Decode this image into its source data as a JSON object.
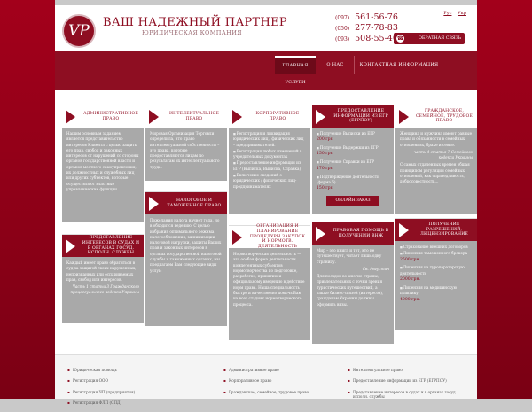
{
  "header": {
    "logo_text": "VP",
    "title": "ВАШ НАДЕЖНЫЙ ПАРТНЕР",
    "subtitle": "ЮРИДИЧЕСКАЯ КОМПАНИЯ",
    "langs": [
      "Рус",
      "Укр"
    ],
    "phones": [
      {
        "code": "(097)",
        "num": "561-56-76"
      },
      {
        "code": "(050)",
        "num": "277-78-83"
      },
      {
        "code": "(093)",
        "num": "508-55-40"
      }
    ],
    "callback": "ОБРАТНАЯ СВЯЗЬ"
  },
  "nav": {
    "items": [
      "ГЛАВНАЯ",
      "О НАС",
      "КОНТАКТНАЯ ИНФОРМАЦИЯ"
    ],
    "sub": "УСЛУГИ"
  },
  "boxes": {
    "b1": {
      "title": "АДМИНИСТРАТИВНОЕ ПРАВО",
      "text": "Нашим основным заданием является представительство интересов Клиента с целью защиты его прав, свобод и законных интересов от нарушений со стороны органов государственной власти и органов местного самоуправления, их должностных и служебных лиц или других субъектов, которые осуществляют властные управленческие функции."
    },
    "b2": {
      "title": "ИНТЕЛЕКТУАЛЬНОЕ ПРАВО",
      "text": "Мировая Организация Торговли определила, что право интеллектуальной собственности – это права, которые предоставляются лицам по результатам их интеллектуального труда."
    },
    "b3": {
      "title": "КОРПОРАТИВНОЕ ПРАВО",
      "items": [
        "Регистрация и ликвидация юридических лиц / физических лиц – предпринимателей.",
        "Регистрация любых изменений в учредительных документах",
        "Предоставление информации из ЕГР (Выписка, Выписка, Справка)",
        "Включение сведений о юридических / физических лиц-предпринимателях"
      ]
    },
    "b4": {
      "title": "ПРЕДОСТАВЛЕНИЕ ИНФОРМАЦИИ ИЗ ЕГР (ЕГРПОУ)",
      "items": [
        {
          "t": "Получение Выписки из ЕГР",
          "p": "200 грн"
        },
        {
          "t": "Получение Выдержки из ЕГР",
          "p": "150 грн"
        },
        {
          "t": "Получение Справки из ЕГР",
          "p": "170 грн"
        },
        {
          "t": "Подтверждение деятельности (форма 6)",
          "p": "150 грн"
        }
      ],
      "button": "ОНЛАЙН ЗАКАЗ"
    },
    "b5": {
      "title": "ГРАЖДАНСКОЕ, СЕМЕЙНОЕ, ТРУДОВОЕ ПРАВО",
      "text": "Женщина и мужчина имеют равные права и обязанности в семейных отношениях, браке и семье.",
      "quote": "часть 4 статья 7 Семейного кодекса Украины",
      "text2": "С самых отдаленных времен общая принципом регуляции семейных отношений, как справедливость, добросовестность..."
    },
    "b6": {
      "title": "НАЛОГОВОЕ И ТАМОЖЕННОЕ ПРАВО",
      "text": "Пожелания налога начнет года, но в обходится ведению. С целью избрания оптимального режима налогообложения, минимизации налоговой нагрузки, защиты Ваших прав и законных интересов в органах государственной налоговой службы и таможенных органах, мы предлагаем Вам следующие виды услуг:"
    },
    "b7": {
      "title": "ПРЕДСТАВЛЕНИЕ ИНТЕРЕСОВ В СУДАХ И В ОРГАНАХ ГОСУД. ИСПОЛН. СЛУЖБЫ",
      "text": "Каждый имеет право обратиться в суд за защитой своих нарушенных, непризнанных или оспариваемых прав, свобод или интересов.",
      "quote": "Часть 1 статьи 3 Гражданского процессуального кодекса Украины"
    },
    "b8": {
      "title": "ОРГАНИЗАЦИЯ И ПЛАНИРОВАНИЕ ПРОЦЕДУРЫ ЗАКУПОК И НОРМОТВ. ДЕЯТЕЛЬНОСТЬ",
      "text": "Нормотворческая деятельность — это особая форма деятельности компетентных субъектов нормотворчества по подготовке, разработке, принятию и официальному введению в действие норм права. Наша специальность быстро и качественно помочь Вам на всех стадиях нормотворческого процесса."
    },
    "b9": {
      "title": "ПРАВОВАЯ ПОМОЩЬ В ПОЛУЧЕНИИ ВНЖ",
      "text": "Мир – это книга и тот, кто не путешествует, читает лишь одну страницу.",
      "quote": "Св. Августин",
      "text2": "Для поездок во многие страны, привлекательных с точки зрения туристических путешествий, а также бизнес-связей (интересов), гражданам Украины должны оформить визы."
    },
    "b10": {
      "title": "ПОЛУЧЕНИЕ РАЗРЕШЕНИЙ, ЛИЦЕНЗИРОВАНИЕ",
      "items": [
        {
          "t": "Страхование внешних договоров",
          "p": ""
        },
        {
          "t": "Лицензия таможенного брокера",
          "p": "2500 грн."
        },
        {
          "t": "Лицензия на туроператорскую деятельность",
          "p": "2000 грн."
        },
        {
          "t": "Лицензия на медицинскую практику",
          "p": "4000 грн."
        }
      ]
    }
  },
  "footer": {
    "col1": [
      "Юридическая помощь",
      "Регистрация ООО",
      "Регистрация ЧП (предприятия)",
      "Регистрация ФЛП (СПД)"
    ],
    "col2": [
      "Административное право",
      "Корпоративное право",
      "Гражданское, семейное, трудовое право"
    ],
    "col3": [
      "Интеллектуальное право",
      "Предоставление информации из ЕГР (ЕГРПОУ)",
      "Представление интересов в судах и в органах госуд. исполн. службы"
    ]
  }
}
